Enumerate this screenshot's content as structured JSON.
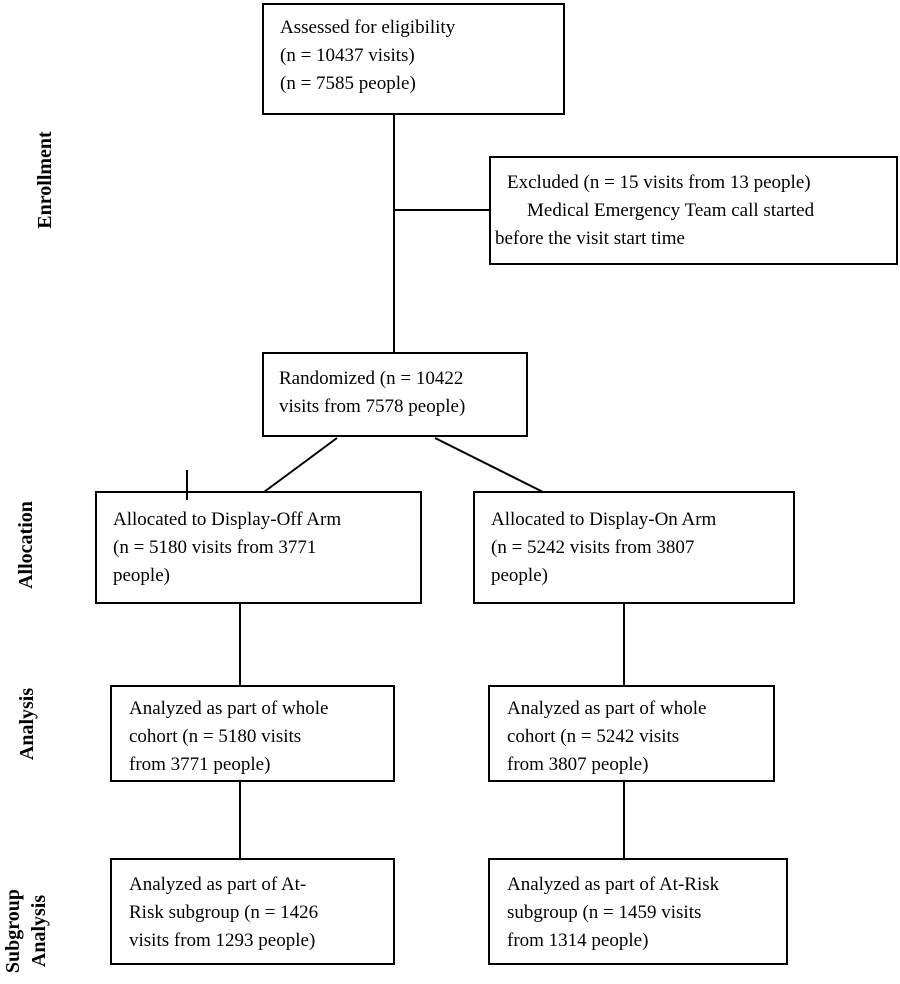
{
  "side_labels": {
    "enrollment": "Enrollment",
    "allocation": "Allocation",
    "analysis": "Analysis",
    "subgroup_analysis_line1": "Subgroup",
    "subgroup_analysis_line2": "Analysis"
  },
  "boxes": {
    "assessed": {
      "lines": [
        "Assessed for eligibility",
        "(n = 10437 visits)",
        "(n = 7585 people)"
      ]
    },
    "excluded": {
      "lines": [
        "Excluded (n = 15 visits from 13 people)",
        "Medical Emergency Team call started",
        "before the visit start time"
      ]
    },
    "randomized": {
      "lines": [
        "Randomized (n = 10422",
        "visits from 7578 people)"
      ]
    },
    "allocated_display_off": {
      "lines": [
        "Allocated to Display-Off Arm",
        "(n = 5180 visits from 3771",
        "people)"
      ]
    },
    "allocated_display_on": {
      "lines": [
        "Allocated to Display-On Arm",
        "(n = 5242 visits from 3807",
        "people)"
      ]
    },
    "analyzed_cohort_off": {
      "lines": [
        "Analyzed as part of whole",
        "cohort (n = 5180 visits",
        "from 3771 people)"
      ]
    },
    "analyzed_cohort_on": {
      "lines": [
        "Analyzed as part of whole",
        "cohort (n = 5242 visits",
        "from 3807 people)"
      ]
    },
    "analyzed_subgroup_off": {
      "lines": [
        "Analyzed as part of At-",
        "Risk subgroup (n = 1426",
        "visits from 1293 people)"
      ]
    },
    "analyzed_subgroup_on": {
      "lines": [
        "Analyzed as part of At-Risk",
        "subgroup (n = 1459 visits",
        "from 1314 people)"
      ]
    }
  },
  "colors": {
    "line": "#000000",
    "text": "#000000",
    "background": "#ffffff"
  }
}
